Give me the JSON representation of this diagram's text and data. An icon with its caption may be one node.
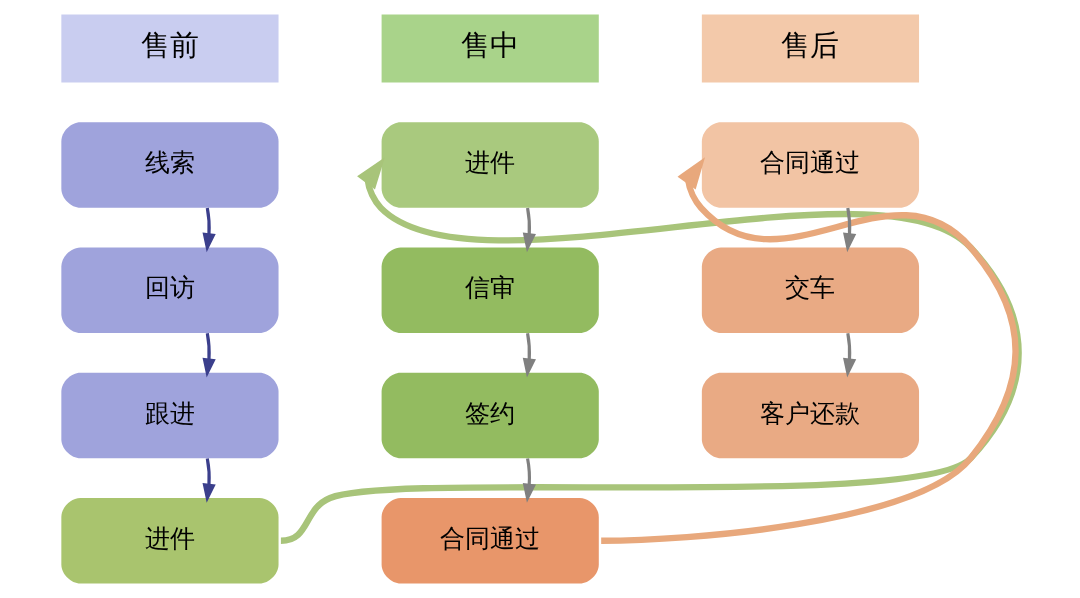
{
  "diagram": {
    "nodes": [
      {
        "text": [
          "售前"
        ]
      },
      {
        "text": [
          "线索"
        ]
      },
      {
        "text": [
          "回访"
        ]
      },
      {
        "text": [
          "跟进"
        ]
      },
      {
        "text": [
          "进件"
        ]
      },
      {
        "text": [
          "售中"
        ]
      },
      {
        "text": [
          "进件"
        ]
      },
      {
        "text": [
          "信审"
        ]
      },
      {
        "text": [
          "签约"
        ]
      },
      {
        "text": [
          "合同通过"
        ]
      },
      {
        "text": [
          "售后"
        ]
      },
      {
        "text": [
          "合同通过"
        ]
      },
      {
        "text": [
          "交车"
        ]
      },
      {
        "text": [
          "客户还款"
        ]
      }
    ],
    "edges": [
      {
        "from": 1,
        "to": 2,
        "arrow": "to",
        "color": "#3b3f8c"
      },
      {
        "from": 2,
        "to": 3,
        "arrow": "to",
        "color": "#3b3f8c"
      },
      {
        "from": 3,
        "to": 4,
        "arrow": "to",
        "color": "#3b3f8c"
      },
      {
        "from": 4,
        "to": 6,
        "arrow": "to",
        "style": "thick",
        "color": "#a8c47a"
      },
      {
        "from": 6,
        "to": 7,
        "arrow": "to"
      },
      {
        "from": 7,
        "to": 8,
        "arrow": "to"
      },
      {
        "from": 8,
        "to": 9,
        "arrow": "to"
      },
      {
        "from": 9,
        "to": 11,
        "arrow": "to",
        "style": "thick",
        "color": "#e8a87c"
      },
      {
        "from": 11,
        "to": 12,
        "arrow": "to"
      },
      {
        "from": 12,
        "to": 13,
        "arrow": "to"
      }
    ]
  }
}
